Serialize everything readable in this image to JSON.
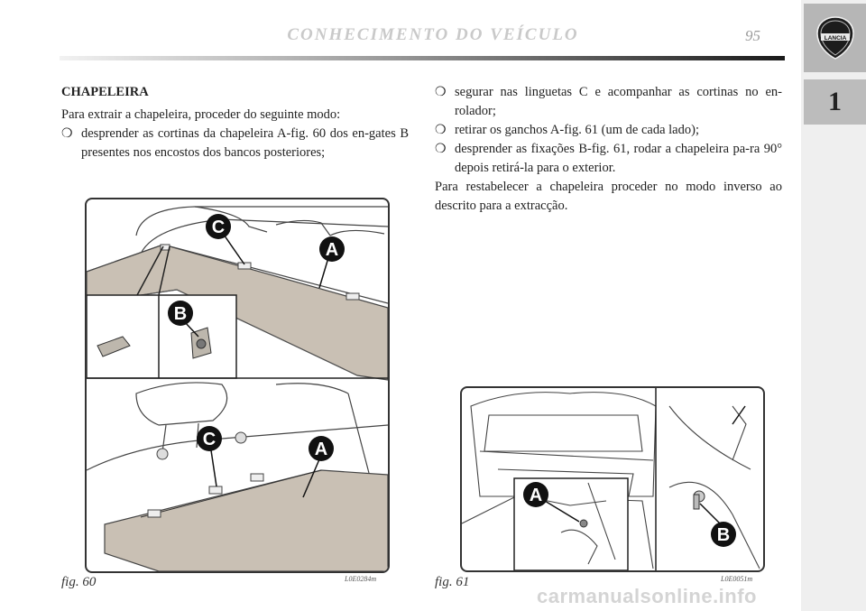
{
  "header": {
    "title": "CONHECIMENTO DO VEÍCULO",
    "page_number": "95"
  },
  "sidebar": {
    "logo_text": "LANCIA",
    "chapter": "1"
  },
  "left_column": {
    "section_title": "CHAPELEIRA",
    "intro": "Para extrair a chapeleira, proceder do seguinte modo:",
    "bullets": [
      "desprender as cortinas da chapeleira A-fig. 60 dos en-gates B presentes nos encostos dos bancos posteriores;"
    ]
  },
  "right_column": {
    "bullets": [
      "segurar nas linguetas C e acompanhar as cortinas no en-rolador;",
      "retirar os ganchos A-fig. 61 (um de cada lado);",
      "desprender as fixações B-fig. 61, rodar a chapeleira pa-ra 90° depois retirá-la para o exterior."
    ],
    "closing": "Para restabelecer a chapeleira proceder no modo inverso ao descrito para a extracção."
  },
  "figures": {
    "fig60": {
      "caption": "fig. 60",
      "code": "L0E0284m",
      "labels": [
        "C",
        "A",
        "B",
        "C",
        "A"
      ]
    },
    "fig61": {
      "caption": "fig. 61",
      "code": "L0E0051m",
      "labels": [
        "A",
        "B"
      ]
    }
  },
  "watermark": "carmanualsonline.info"
}
